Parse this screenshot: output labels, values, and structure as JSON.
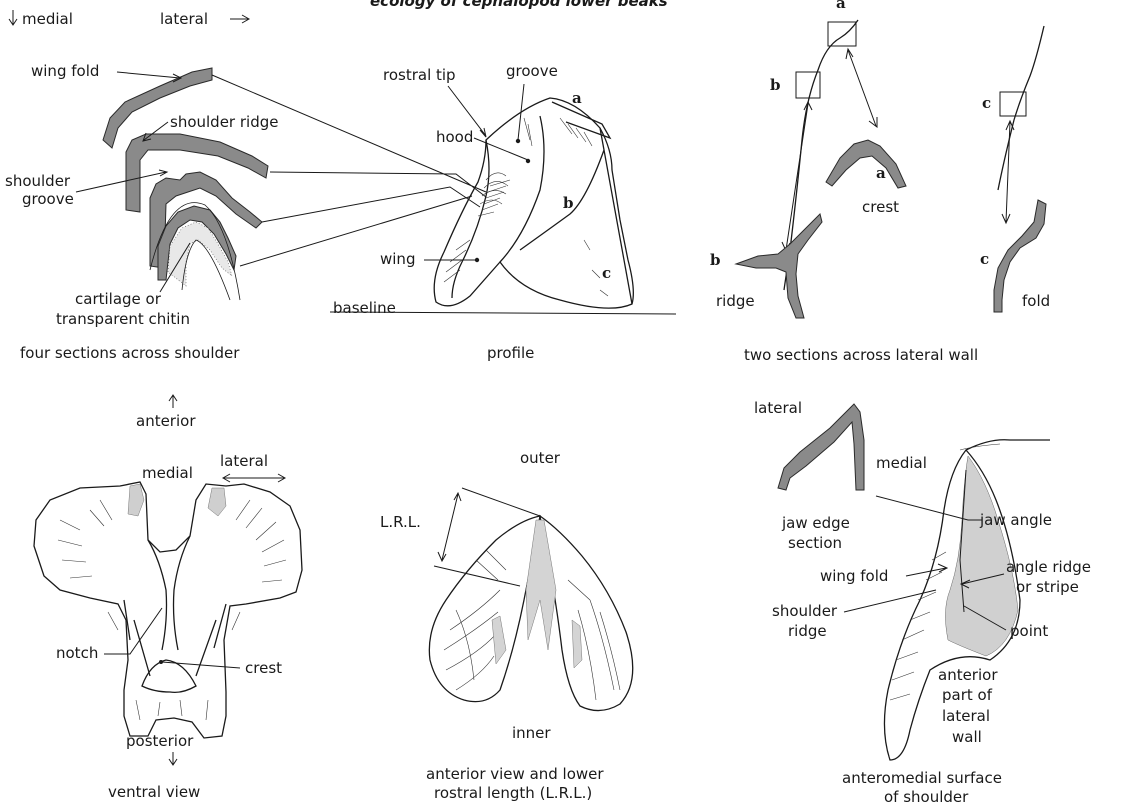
{
  "header": {
    "running_title": "ecology of cephalopod lower beaks"
  },
  "panels": {
    "shoulder_sections": {
      "caption": "four sections across shoulder",
      "orientation_medial": "medial",
      "orientation_lateral": "lateral",
      "labels": {
        "wing_fold": "wing fold",
        "shoulder_ridge": "shoulder ridge",
        "shoulder_groove_1": "shoulder",
        "shoulder_groove_2": "groove",
        "cartilage_1": "cartilage or",
        "cartilage_2": "transparent chitin"
      }
    },
    "profile": {
      "caption": "profile",
      "labels": {
        "rostral_tip": "rostral tip",
        "groove": "groove",
        "hood": "hood",
        "wing": "wing",
        "baseline": "baseline",
        "a": "a",
        "b": "b",
        "c": "c"
      }
    },
    "lateral_wall": {
      "caption": "two sections across lateral wall",
      "labels": {
        "a_top": "a",
        "b_box": "b",
        "c_box": "c",
        "a_crest": "a",
        "crest": "crest",
        "b_ridge": "b",
        "ridge": "ridge",
        "c_fold": "c",
        "fold": "fold"
      }
    },
    "ventral_view": {
      "caption": "ventral view",
      "labels": {
        "anterior": "anterior",
        "posterior": "posterior",
        "medial": "medial",
        "lateral": "lateral",
        "notch": "notch",
        "crest": "crest"
      }
    },
    "anterior_view": {
      "caption_1": "anterior view and lower",
      "caption_2": "rostral length (L.R.L.)",
      "labels": {
        "outer": "outer",
        "inner": "inner",
        "lrl": "L.R.L."
      }
    },
    "anteromedial": {
      "caption_1": "anteromedial surface",
      "caption_2": "of shoulder",
      "labels": {
        "lateral": "lateral",
        "medial": "medial",
        "jaw_edge_1": "jaw edge",
        "jaw_edge_2": "section",
        "jaw_angle": "jaw angle",
        "wing_fold": "wing fold",
        "angle_ridge_1": "angle ridge",
        "angle_ridge_2": "or stripe",
        "shoulder_ridge_1": "shoulder",
        "shoulder_ridge_2": "ridge",
        "point": "point",
        "anterior_part_1": "anterior",
        "anterior_part_2": "part of",
        "anterior_part_3": "lateral",
        "anterior_part_4": "wall"
      }
    }
  }
}
